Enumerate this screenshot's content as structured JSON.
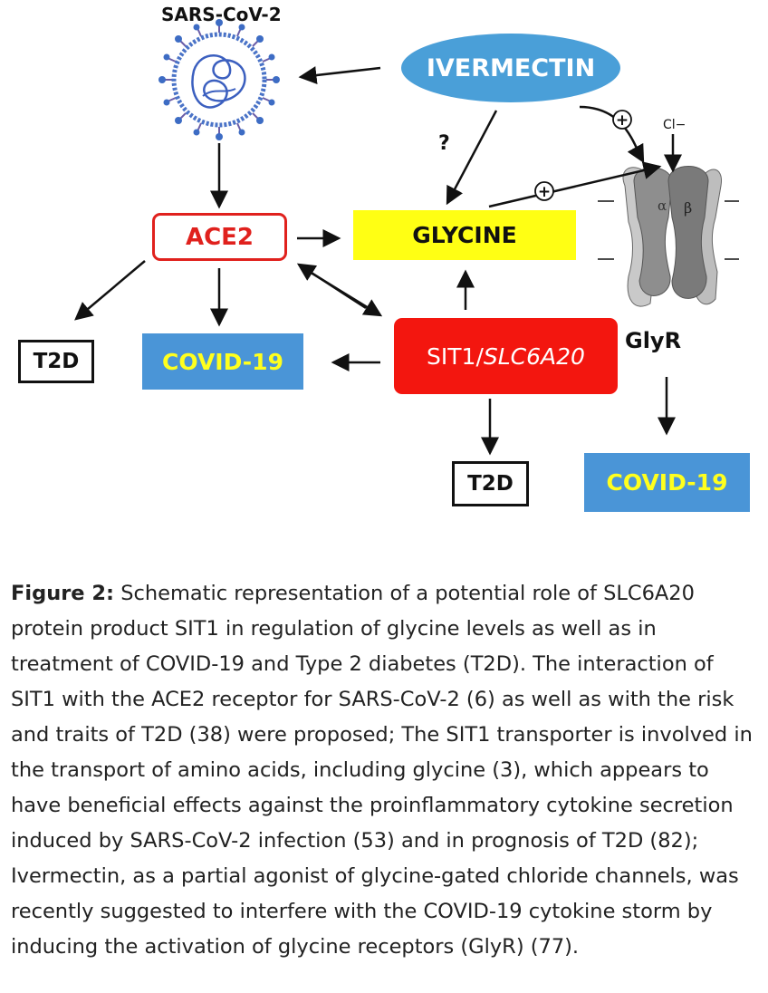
{
  "diagram": {
    "sars_label": "SARS-CoV-2",
    "ivermectin": "IVERMECTIN",
    "ace2": "ACE2",
    "glycine": "GLYCINE",
    "sit1_prefix": "SIT1/",
    "sit1_gene": "SLC6A20",
    "covid_left": "COVID-19",
    "covid_right": "COVID-19",
    "t2d_left": "T2D",
    "t2d_bottom": "T2D",
    "glyr": "GlyR",
    "question": "?",
    "plus_1": "+",
    "plus_2": "+",
    "chloride": "Cl−",
    "alpha": "α",
    "beta": "β"
  },
  "caption": {
    "label": "Figure 2:",
    "text": " Schematic representation of a potential role of SLC6A20 protein product SIT1 in regulation of glycine levels as well as in treatment of COVID-19 and Type 2 diabetes (T2D). The interaction of SIT1 with the ACE2 receptor for SARS-CoV-2 (6) as well as with the risk and traits of T2D (38) were proposed; The SIT1 transporter is involved in the transport of amino acids, including glycine (3), which appears to have beneficial effects against the proinflammatory cytokine secretion induced by SARS-CoV-2 infection (53) and in prognosis of T2D (82); Ivermectin, as a partial agonist of glycine-gated chloride channels, was recently suggested to interfere with the COVID-19 cytokine storm by inducing the activation of glycine receptors (GlyR) (77)."
  },
  "colors": {
    "ivermectin": "#4a9fd8",
    "ace2_border": "#e0211d",
    "glycine": "#ffff14",
    "sit1": "#f3160f",
    "covid_bg": "#4a95d7",
    "covid_text": "#ffff1e",
    "virus": "#4a73c7",
    "receptor_dark": "#7a7a7a",
    "receptor_light": "#b8b8b8"
  }
}
